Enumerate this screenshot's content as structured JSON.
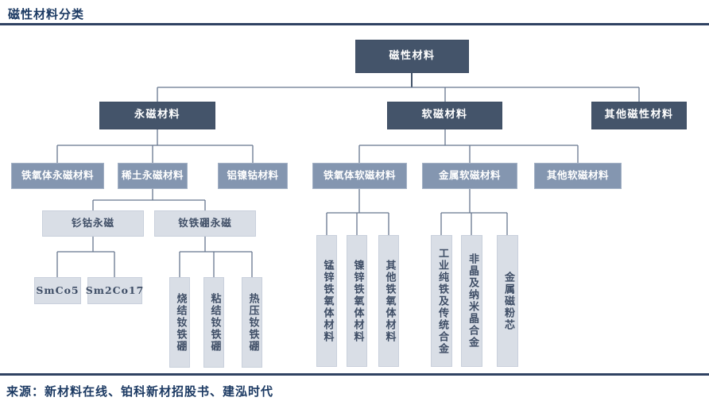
{
  "page": {
    "title": "磁性材料分类",
    "source": "来源：新材料在线、铂科新材招股书、建泓时代"
  },
  "colors": {
    "dark_node": "#44546A",
    "medium_node": "#8496B0",
    "light_node": "#D9DEE6",
    "heading_text": "#1C3A63",
    "rule": "#2F4262",
    "connector": "#66768E"
  },
  "nodes": {
    "root": "磁性材料",
    "permanent": "永磁材料",
    "soft": "软磁材料",
    "other_magnetic": "其他磁性材料",
    "ferrite_permanent": "铁氧体永磁材料",
    "rare_earth_permanent": "稀土永磁材料",
    "alnico": "铝镍钴材料",
    "ferrite_soft": "铁氧体软磁材料",
    "metal_soft": "金属软磁材料",
    "other_soft": "其他软磁材料",
    "smco": "钐钴永磁",
    "ndfeb": "钕铁硼永磁",
    "smco5": "SmCo5",
    "sm2co17": "Sm2Co17",
    "sintered_ndfeb": "烧结钕铁硼",
    "bonded_ndfeb": "粘结钕铁硼",
    "hot_pressed_ndfeb": "热压钕铁硼",
    "mnzn_ferrite": "锰锌铁氧体材料",
    "nizn_ferrite": "镍锌铁氧体材料",
    "other_ferrite": "其他铁氧体材料",
    "industrial_pure_iron": "工业纯铁及传统合金",
    "amorphous_nano": "非晶及纳米晶合金",
    "metal_powder_core": "金属磁粉芯"
  }
}
